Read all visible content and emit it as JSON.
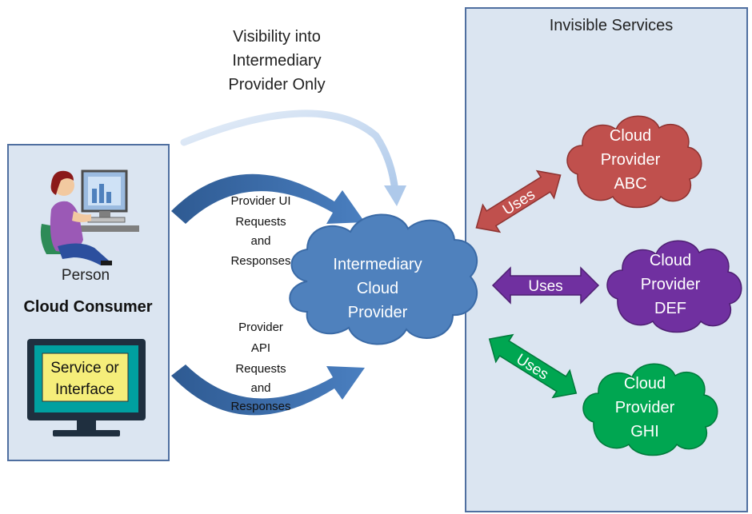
{
  "consumer": {
    "person_label": "Person",
    "title": "Cloud Consumer",
    "service_line1": "Service or",
    "service_line2": "Interface"
  },
  "visibility_note": [
    "Visibility into",
    "Intermediary",
    "Provider Only"
  ],
  "ui_flow_label": [
    "Provider UI",
    "Requests",
    "and",
    "Responses"
  ],
  "api_flow_label": [
    "Provider",
    "API",
    "Requests",
    "and",
    "Responses"
  ],
  "intermediary": [
    "Intermediary",
    "Cloud",
    "Provider"
  ],
  "invisible_services": {
    "title": "Invisible Services",
    "providers": [
      {
        "lines": [
          "Cloud",
          "Provider",
          "ABC"
        ],
        "uses_label": "Uses",
        "color": "#c0504d"
      },
      {
        "lines": [
          "Cloud",
          "Provider",
          "DEF"
        ],
        "uses_label": "Uses",
        "color": "#7030a0"
      },
      {
        "lines": [
          "Cloud",
          "Provider",
          "GHI"
        ],
        "uses_label": "Uses",
        "color": "#00a651"
      }
    ]
  },
  "colors": {
    "panel_fill": "#dbe5f1",
    "panel_border": "#4f6fa0",
    "intermediary_fill": "#4f81bd",
    "flow_arrow": "#3b6aa8",
    "visibility_arrow": "#c6d9f1",
    "monitor_frame": "#1f2f3f",
    "monitor_screen": "#00a0a0",
    "service_box": "#f5ee7a"
  }
}
